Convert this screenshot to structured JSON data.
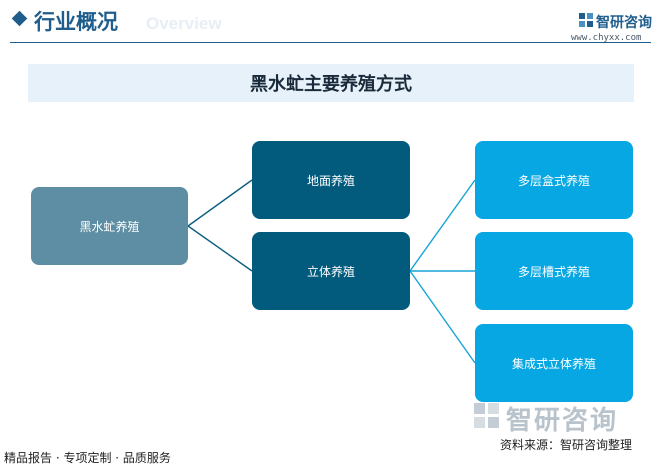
{
  "header": {
    "section_title": "行业概况",
    "section_title_en": "Overview",
    "brand_name": "智研咨询",
    "brand_url": "www.chyxx.com"
  },
  "figure_title": "黑水虻主要养殖方式",
  "diagram": {
    "root": "黑水虻养殖",
    "level1": [
      "地面养殖",
      "立体养殖"
    ],
    "level2": [
      "多层盒式养殖",
      "多层槽式养殖",
      "集成式立体养殖"
    ]
  },
  "footer": {
    "tagline": "精品报告 · 专项定制 · 品质服务",
    "watermark_brand": "智研咨询",
    "source": "资料来源：智研咨询整理"
  },
  "colors": {
    "root_node": "#5d8ea3",
    "level1_node": "#025b7d",
    "level2_node": "#06a7e2",
    "connector": "#0b5f80",
    "title_band": "#e6f1fa",
    "heading": "#1f5d8c"
  }
}
